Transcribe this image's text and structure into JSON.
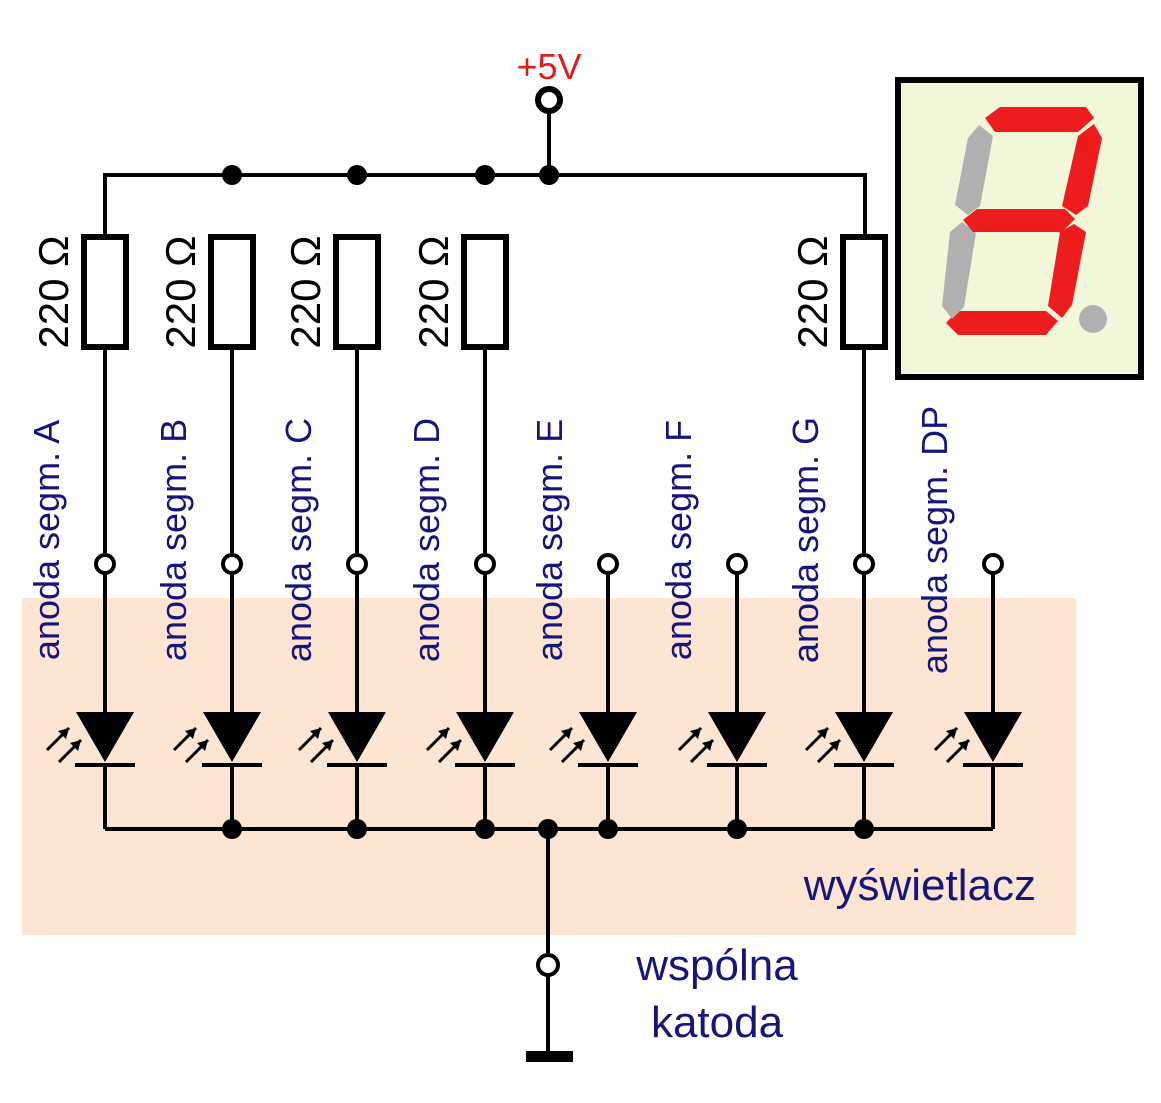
{
  "supply": {
    "label": "+5V"
  },
  "resistors": [
    {
      "value": "220 Ω"
    },
    {
      "value": "220 Ω"
    },
    {
      "value": "220 Ω"
    },
    {
      "value": "220 Ω"
    },
    {
      "value": "220 Ω"
    }
  ],
  "anodes": [
    "anoda segm. A",
    "anoda segm. B",
    "anoda segm. C",
    "anoda segm. D",
    "anoda segm. E",
    "anoda segm. F",
    "anoda segm. G",
    "anoda segm. DP"
  ],
  "display_label": "wyświetlacz",
  "common": {
    "line1": "wspólna",
    "line2": "katoda"
  },
  "seven_segment": {
    "lit": [
      "A",
      "B",
      "C",
      "D",
      "G"
    ],
    "unlit": [
      "E",
      "F",
      "DP"
    ],
    "on_color": "#ee1c1c",
    "off_color": "#b0b0b0",
    "panel_color": "#f1f7d8"
  },
  "colors": {
    "highlight_box": "#fde5d4",
    "label_blue": "#16167a",
    "supply_red": "#e31b1b"
  }
}
